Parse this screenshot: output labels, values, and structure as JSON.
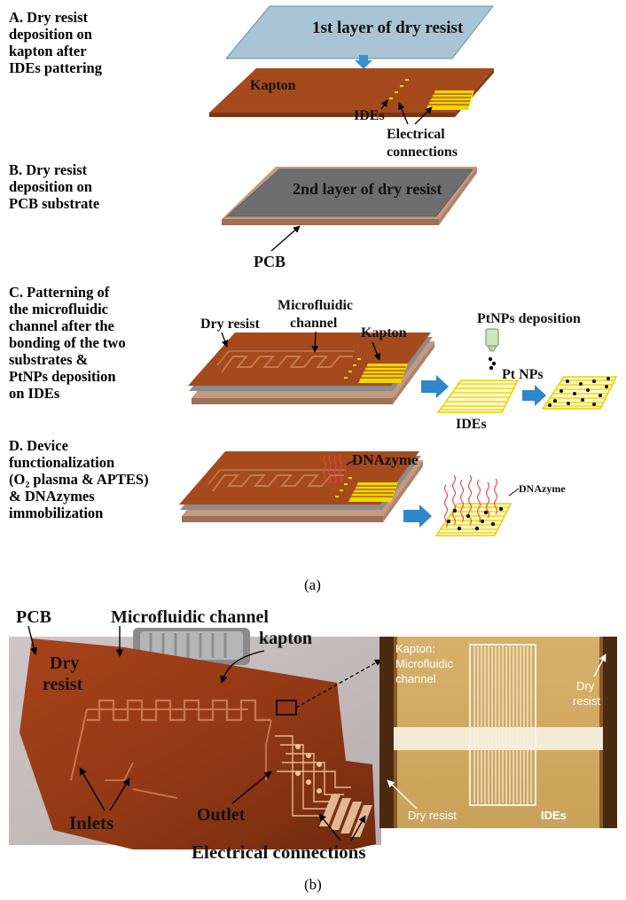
{
  "panel_a": {
    "steps": [
      {
        "id": "A",
        "text": "A. Dry resist\ndeposition on\nkapton after\nIDEs pattering"
      },
      {
        "id": "B",
        "text": "B. Dry resist\ndeposition on\nPCB substrate"
      },
      {
        "id": "C",
        "text": "C. Patterning of\nthe microfluidic\nchannel after the\nbonding of the two\nsubstrates &\nPtNPs deposition\non IDEs"
      },
      {
        "id": "D",
        "text": "D. Device\nfunctionalization\n(O₂ plasma & APTES)\n& DNAzymes\nimmobilization"
      }
    ],
    "labels": {
      "layer1": "1st layer of dry resist",
      "kapton_a": "Kapton",
      "ides_a": "IDEs",
      "electrical_a": "Electrical",
      "connections_a": "connections",
      "layer2": "2nd layer of dry resist",
      "pcb_b": "PCB",
      "dry_resist_c": "Dry resist",
      "microfluidic_c": "Microfluidic",
      "channel_c": "channel",
      "kapton_c": "Kapton",
      "ptnps_deposition": "PtNPs deposition",
      "pt_nps": "Pt NPs",
      "ides_c": "IDEs",
      "dnazyme_d": "DNAzyme",
      "dnazyme_d_small": "DNAzyme"
    },
    "caption": "(a)"
  },
  "panel_b": {
    "labels": {
      "pcb": "PCB",
      "microfluidic_channel": "Microfluidic channel",
      "dry": "Dry",
      "resist": "resist",
      "kapton": "kapton",
      "inlets": "Inlets",
      "outlet": "Outlet",
      "electrical_connections": "Electrical connections",
      "micro_kapton": "Kapton:",
      "micro_microfluidic": "Microfluidic",
      "micro_channel": "channel",
      "micro_dry": "Dry",
      "micro_resist": "resist",
      "micro_dry_resist": "Dry resist",
      "micro_ides": "IDEs"
    },
    "caption": "(b)"
  },
  "colors": {
    "kapton": "#a54a1c",
    "dry_resist_top": "#a9c4d4",
    "dry_resist_gray": "#6e6e6e",
    "pcb_edge": "#c49a80",
    "gold": "#f2d800",
    "arrow_blue": "#2f86c8"
  }
}
